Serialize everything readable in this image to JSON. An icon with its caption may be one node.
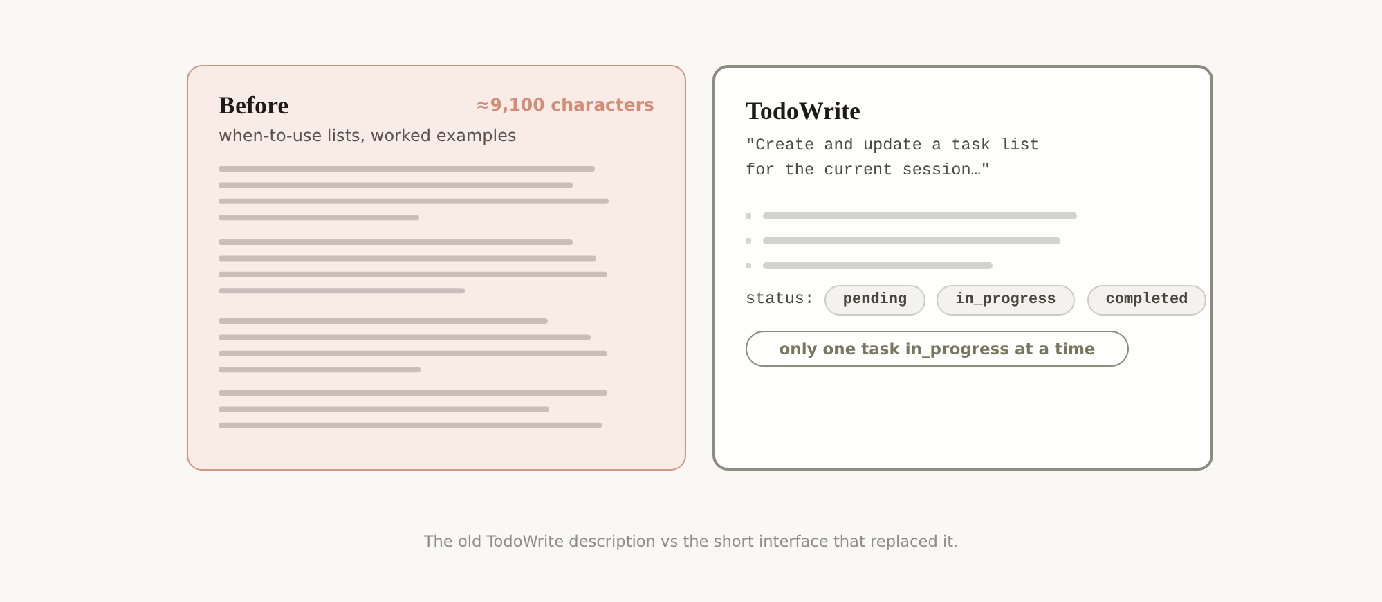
{
  "diagram": {
    "caption": "The old TodoWrite description vs the short interface that replaced it.",
    "nodes": [
      {
        "text": [
          "Before",
          "≈9,100 characters",
          "when-to-use lists, worked examples"
        ]
      },
      {
        "text": [
          "TodoWrite",
          "\"Create and update a task list for the current session…\"",
          "status:"
        ]
      },
      {
        "text": [
          "pending"
        ],
        "in": 1
      },
      {
        "text": [
          "in_progress"
        ],
        "in": 1
      },
      {
        "text": [
          "completed"
        ],
        "in": 1
      },
      {
        "text": [
          "only one task in_progress at a time"
        ],
        "in": 1
      }
    ]
  }
}
